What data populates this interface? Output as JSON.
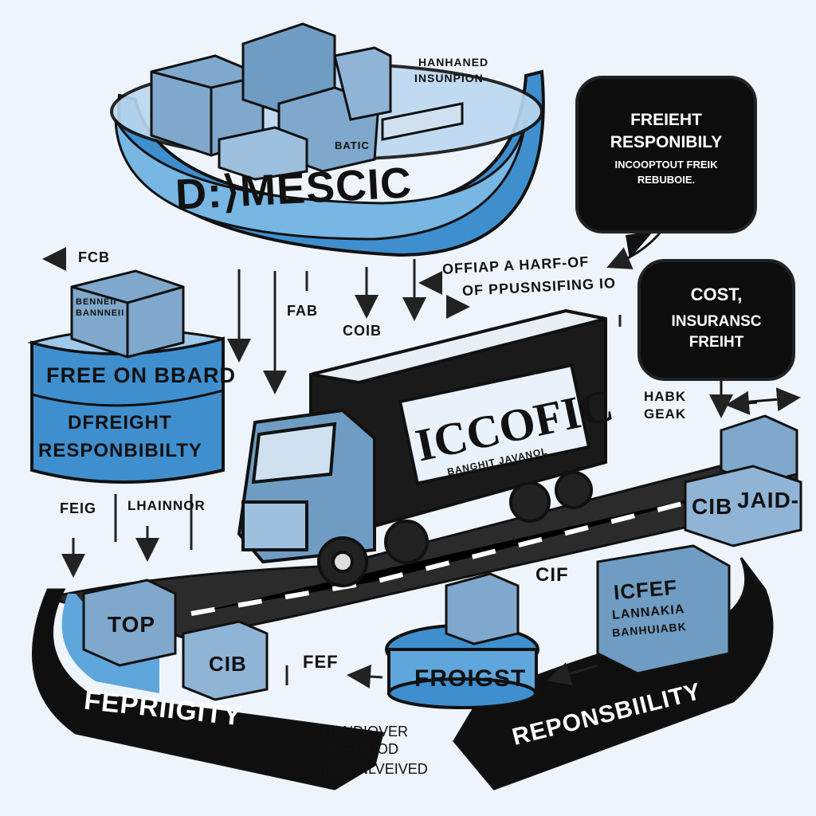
{
  "domestic": {
    "title": "D:⟩MESCIC",
    "note_line1": "HANHANED",
    "note_line2": "INSUNPION",
    "box_label": "BATIC"
  },
  "freight_bubble": {
    "line1": "FREIEHT",
    "line2": "RESPONIBILY",
    "line3": "INCOOPTOUT FREIK",
    "line4": "REBUBOIE."
  },
  "cif_bubble": {
    "line1": "COST,",
    "line2": "INSURANSC",
    "line3": "FREIHT"
  },
  "fob": {
    "arrow_label": "FCB",
    "box_label": "BENNEII BANNNEII",
    "line1": "FREE ON BBARD",
    "line2": "DFREIGHT",
    "line3": "RESPONBIBILTY"
  },
  "center": {
    "offer_line1": "OFFIAP A HARF-OF",
    "offer_line2": "OF PPUSNSIFING IO",
    "fab": "FAB",
    "coib": "COIB"
  },
  "truck": {
    "brand": "ICCOFIC",
    "subtext": "BANGHIT JAVANOL"
  },
  "right": {
    "habk_line1": "HABK",
    "habk_line2": "GEAK",
    "cib_label": "CIB",
    "jaid_label": "JAID-"
  },
  "left_bottom": {
    "feig": "FEIG",
    "lhainnor": "LHAINNOR",
    "top_box": "TOP",
    "cib_box": "CIB",
    "ribbon_label": "FEPRIIGITY"
  },
  "bottom_center": {
    "fef": "FEF",
    "handover_line1": "HANDIOVER",
    "handover_line2": "OF GOOD",
    "handover_line3": "IINSONLVEIVED",
    "froigst": "FROIGST",
    "cif": "CIF"
  },
  "bottom_right": {
    "box_line1": "ICFEF",
    "box_line2": "LANNAKIA",
    "box_line3": "BANHUIABK",
    "ribbon_label": "REPONSBIILITY"
  }
}
